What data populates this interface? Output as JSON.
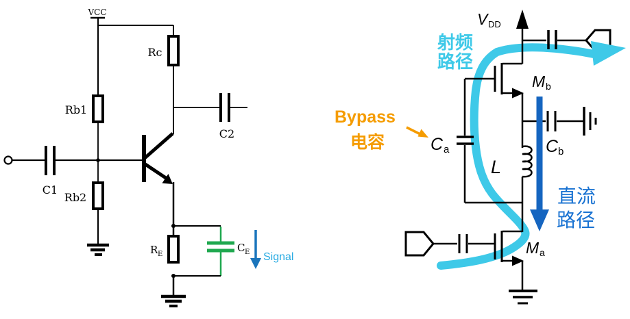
{
  "colors": {
    "black": "#000000",
    "cyan": "#3EC9E8",
    "signal_text": "#29ABE2",
    "signal_arrow": "#1B75BC",
    "dc_arrow": "#1565C0",
    "dc_text": "#1A73D2",
    "orange": "#F59C00",
    "green": "#1FA84F",
    "white": "#FFFFFF"
  },
  "left_circuit": {
    "power_label": "VCC",
    "resistor_rc": "Rc",
    "resistor_rb1": "Rb1",
    "resistor_rb2": "Rb2",
    "cap_c1": "C1",
    "cap_c2": "C2",
    "resistor_re_main": "R",
    "resistor_re_sub": "E",
    "cap_ce_main": "C",
    "cap_ce_sub": "E",
    "signal_label": "Signal"
  },
  "right_circuit": {
    "power_main": "V",
    "power_sub": "DD",
    "transistor_mb_main": "M",
    "transistor_mb_sub": "b",
    "transistor_ma_main": "M",
    "transistor_ma_sub": "a",
    "cap_ca_main": "C",
    "cap_ca_sub": "a",
    "cap_cb_main": "C",
    "cap_cb_sub": "b",
    "inductor_label": "L",
    "rf_path_line1": "射频",
    "rf_path_line2": "路径",
    "dc_path_line1": "直流",
    "dc_path_line2": "路径",
    "bypass_line1": "Bypass",
    "bypass_line2": "电容"
  }
}
